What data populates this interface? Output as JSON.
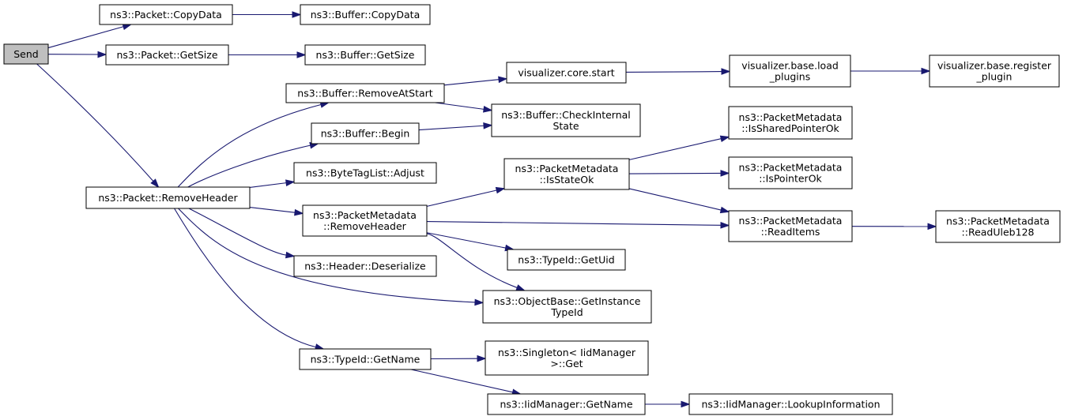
{
  "nodes": [
    {
      "id": "send",
      "label": [
        "Send"
      ],
      "root": true
    },
    {
      "id": "packet_copydata",
      "label": [
        "ns3::Packet::CopyData"
      ]
    },
    {
      "id": "buffer_copydata",
      "label": [
        "ns3::Buffer::CopyData"
      ]
    },
    {
      "id": "packet_getsize",
      "label": [
        "ns3::Packet::GetSize"
      ]
    },
    {
      "id": "buffer_getsize",
      "label": [
        "ns3::Buffer::GetSize"
      ]
    },
    {
      "id": "packet_removeheader",
      "label": [
        "ns3::Packet::RemoveHeader"
      ]
    },
    {
      "id": "buffer_removeatstart",
      "label": [
        "ns3::Buffer::RemoveAtStart"
      ]
    },
    {
      "id": "vis_core_start",
      "label": [
        "visualizer.core.start"
      ]
    },
    {
      "id": "vis_base_load",
      "label": [
        "visualizer.base.load",
        "_plugins"
      ]
    },
    {
      "id": "vis_base_register",
      "label": [
        "visualizer.base.register",
        "_plugin"
      ]
    },
    {
      "id": "buffer_checkinternal",
      "label": [
        "ns3::Buffer::CheckInternal",
        "State"
      ]
    },
    {
      "id": "buffer_begin",
      "label": [
        "ns3::Buffer::Begin"
      ]
    },
    {
      "id": "bytetaglist_adjust",
      "label": [
        "ns3::ByteTagList::Adjust"
      ]
    },
    {
      "id": "pm_isstateok",
      "label": [
        "ns3::PacketMetadata",
        "::IsStateOk"
      ]
    },
    {
      "id": "pm_issharedpointerok",
      "label": [
        "ns3::PacketMetadata",
        "::IsSharedPointerOk"
      ]
    },
    {
      "id": "pm_ispointerok",
      "label": [
        "ns3::PacketMetadata",
        "::IsPointerOk"
      ]
    },
    {
      "id": "pm_removeheader",
      "label": [
        "ns3::PacketMetadata",
        "::RemoveHeader"
      ]
    },
    {
      "id": "pm_readitems",
      "label": [
        "ns3::PacketMetadata",
        "::ReadItems"
      ]
    },
    {
      "id": "pm_readuleb128",
      "label": [
        "ns3::PacketMetadata",
        "::ReadUleb128"
      ]
    },
    {
      "id": "typeid_getuid",
      "label": [
        "ns3::TypeId::GetUid"
      ]
    },
    {
      "id": "header_deserialize",
      "label": [
        "ns3::Header::Deserialize"
      ]
    },
    {
      "id": "objectbase_getinstancetypeid",
      "label": [
        "ns3::ObjectBase::GetInstance",
        "TypeId"
      ]
    },
    {
      "id": "typeid_getname",
      "label": [
        "ns3::TypeId::GetName"
      ]
    },
    {
      "id": "singleton_get",
      "label": [
        "ns3::Singleton< IidManager",
        " >::Get"
      ]
    },
    {
      "id": "iidmanager_getname",
      "label": [
        "ns3::IidManager::GetName"
      ]
    },
    {
      "id": "iidmanager_lookup",
      "label": [
        "ns3::IidManager::LookupInformation"
      ]
    }
  ],
  "edges": [
    [
      "send",
      "packet_copydata"
    ],
    [
      "send",
      "packet_getsize"
    ],
    [
      "send",
      "packet_removeheader"
    ],
    [
      "packet_copydata",
      "buffer_copydata"
    ],
    [
      "packet_getsize",
      "buffer_getsize"
    ],
    [
      "packet_removeheader",
      "buffer_removeatstart"
    ],
    [
      "packet_removeheader",
      "buffer_begin"
    ],
    [
      "packet_removeheader",
      "bytetaglist_adjust"
    ],
    [
      "packet_removeheader",
      "pm_removeheader"
    ],
    [
      "packet_removeheader",
      "header_deserialize"
    ],
    [
      "packet_removeheader",
      "objectbase_getinstancetypeid"
    ],
    [
      "packet_removeheader",
      "typeid_getname"
    ],
    [
      "buffer_removeatstart",
      "vis_core_start"
    ],
    [
      "buffer_removeatstart",
      "buffer_checkinternal"
    ],
    [
      "vis_core_start",
      "vis_base_load"
    ],
    [
      "vis_base_load",
      "vis_base_register"
    ],
    [
      "buffer_begin",
      "buffer_checkinternal"
    ],
    [
      "pm_removeheader",
      "pm_isstateok"
    ],
    [
      "pm_removeheader",
      "pm_readitems"
    ],
    [
      "pm_removeheader",
      "typeid_getuid"
    ],
    [
      "pm_removeheader",
      "objectbase_getinstancetypeid"
    ],
    [
      "pm_isstateok",
      "pm_issharedpointerok"
    ],
    [
      "pm_isstateok",
      "pm_ispointerok"
    ],
    [
      "pm_isstateok",
      "pm_readitems"
    ],
    [
      "pm_readitems",
      "pm_readuleb128"
    ],
    [
      "typeid_getname",
      "singleton_get"
    ],
    [
      "typeid_getname",
      "iidmanager_getname"
    ],
    [
      "iidmanager_getname",
      "iidmanager_lookup"
    ]
  ]
}
